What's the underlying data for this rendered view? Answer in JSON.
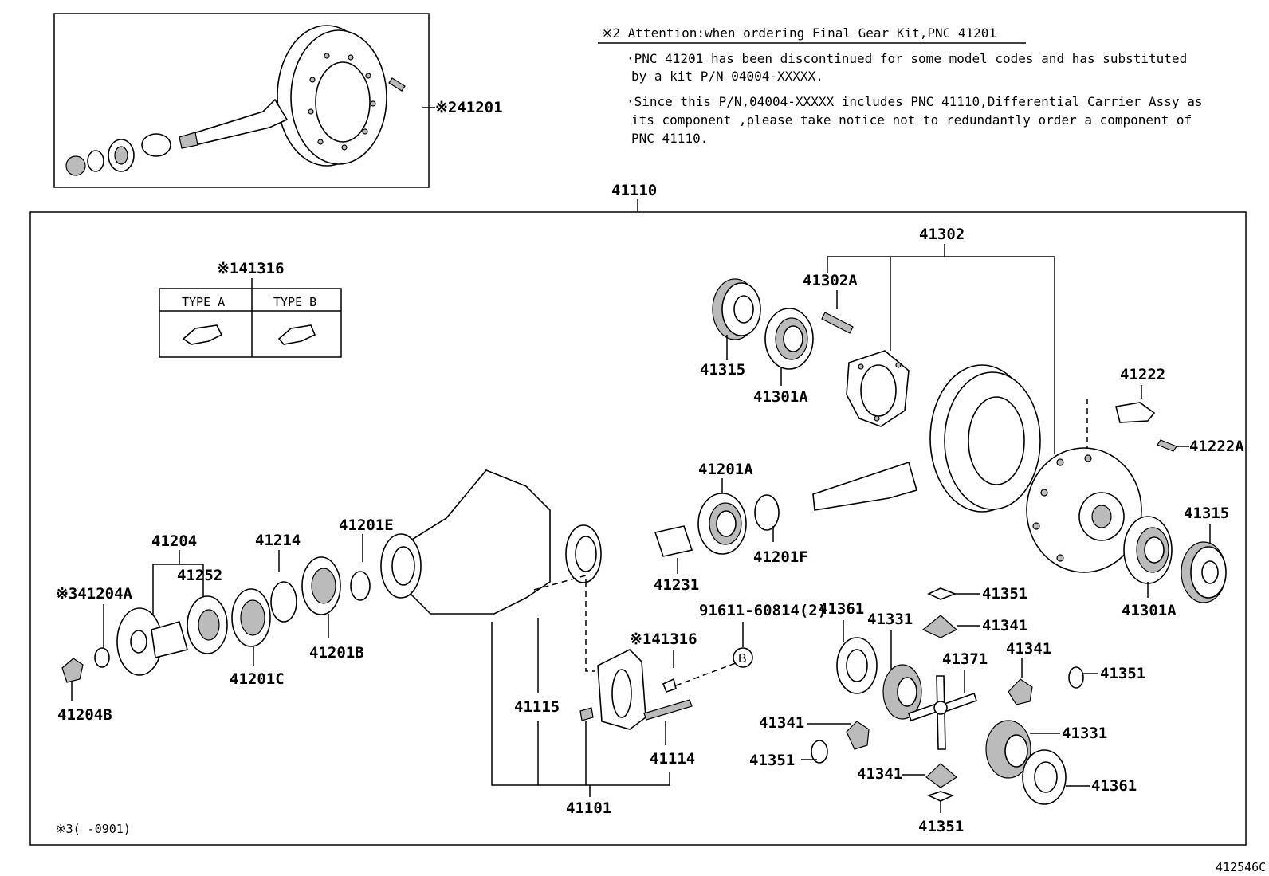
{
  "notes": {
    "attention_title": "※2 Attention:when ordering Final Gear Kit,PNC 41201",
    "line1a": "·PNC 41201 has been discontinued for some model codes and has substituted",
    "line1b": "by a kit P/N 04004-XXXXX.",
    "line2a": "·Since this P/N,04004-XXXXX includes PNC 41110,Differential Carrier Assy as",
    "line2b": "its component ,please take notice not to redundantly order a component of",
    "line2c": "PNC 41110."
  },
  "labels": {
    "p41201": "※241201",
    "p41110": "41110",
    "p41302": "41302",
    "p41302A": "41302A",
    "p41316_top": "※141316",
    "type_a": "TYPE A",
    "type_b": "TYPE B",
    "p41315_top": "41315",
    "p41301A_top": "41301A",
    "p41222": "41222",
    "p41222A": "41222A",
    "p41201A": "41201A",
    "p41315_right": "41315",
    "p41201F": "41201F",
    "p41301A_right": "41301A",
    "p41204": "41204",
    "p41214": "41214",
    "p41201E": "41201E",
    "p41252": "41252",
    "p41204A": "※341204A",
    "p41231": "41231",
    "p41351_a": "41351",
    "p41201B": "41201B",
    "p91611": "91611-60814(2)",
    "p41361_a": "41361",
    "p41331_a": "41331",
    "p41341_a": "41341",
    "p41316_mid": "※141316",
    "b_ref": "B",
    "p41204B": "41204B",
    "p41201C": "41201C",
    "p41371": "41371",
    "p41341_b": "41341",
    "p41351_b": "41351",
    "p41115": "41115",
    "p41341_c": "41341",
    "p41331_b": "41331",
    "p41114": "41114",
    "p41351_c": "41351",
    "p41341_d": "41341",
    "p41361_b": "41361",
    "p41101": "41101",
    "p41351_d": "41351",
    "footnote": "※3(     -0901)",
    "figure_id": "412546C"
  }
}
